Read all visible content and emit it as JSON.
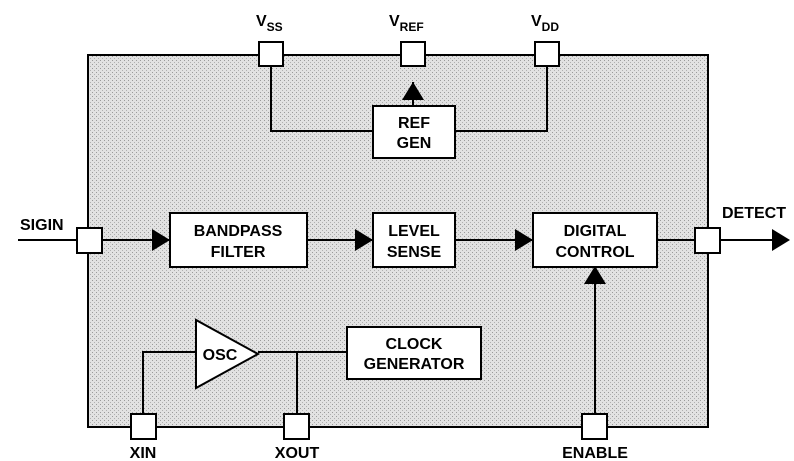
{
  "diagram": {
    "pins": {
      "vss": {
        "main": "V",
        "sub": "SS"
      },
      "vref": {
        "main": "V",
        "sub": "REF"
      },
      "vdd": {
        "main": "V",
        "sub": "DD"
      },
      "sigin": "SIGIN",
      "detect": "DETECT",
      "xin": "XIN",
      "xout": "XOUT",
      "enable": "ENABLE"
    },
    "blocks": {
      "ref_gen": [
        "REF",
        "GEN"
      ],
      "bandpass_filter": [
        "BANDPASS",
        "FILTER"
      ],
      "level_sense": [
        "LEVEL",
        "SENSE"
      ],
      "digital_control": [
        "DIGITAL",
        "CONTROL"
      ],
      "osc": "OSC",
      "clock_generator": [
        "CLOCK",
        "GENERATOR"
      ]
    },
    "colors": {
      "chip_fill": "#d6d6d6",
      "line": "#000000"
    }
  }
}
